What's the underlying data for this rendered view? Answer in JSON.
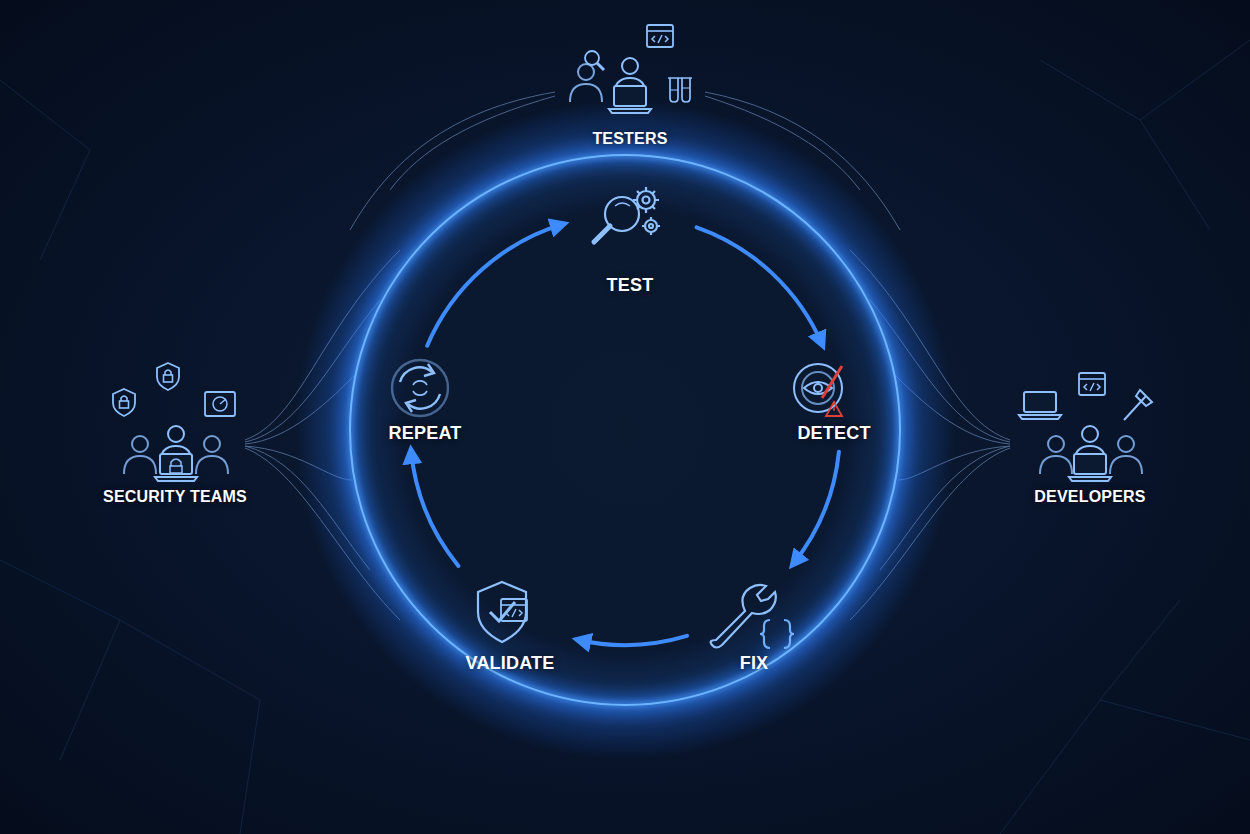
{
  "diagram": {
    "nodes": [
      {
        "text": [
          "TESTERS"
        ]
      },
      {
        "text": [
          "TEST"
        ]
      },
      {
        "text": [
          "DETECT"
        ]
      },
      {
        "text": [
          "FIX"
        ]
      },
      {
        "text": [
          "VALIDATE"
        ]
      },
      {
        "text": [
          "REPEAT"
        ]
      },
      {
        "text": [
          "SECURITY TEAMS"
        ]
      },
      {
        "text": [
          "DEVELOPERS"
        ]
      }
    ],
    "edges": [
      {
        "from": 1,
        "to": 2,
        "arrow": "to"
      },
      {
        "from": 2,
        "to": 3,
        "arrow": "to"
      },
      {
        "from": 3,
        "to": 4,
        "arrow": "to"
      },
      {
        "from": 4,
        "to": 5,
        "arrow": "to"
      },
      {
        "from": 5,
        "to": 1,
        "arrow": "to"
      }
    ]
  }
}
